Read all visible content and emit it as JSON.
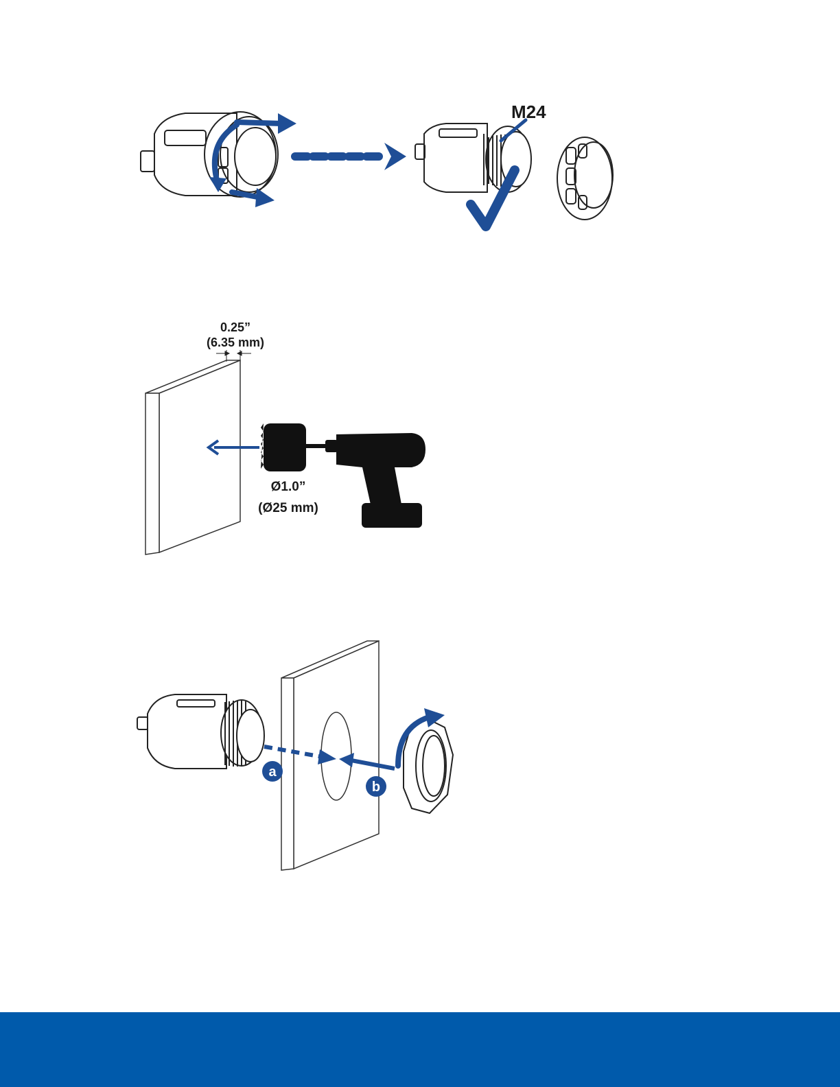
{
  "figures": {
    "remove_cap": {
      "thread_label": "M24"
    },
    "drill_hole": {
      "thickness_label_in": "0.25”",
      "thickness_label_mm": "(6.35 mm)",
      "diameter_label_in": "Ø1.0”",
      "diameter_label_mm": "(Ø25 mm)"
    },
    "mount": {
      "step_a": "a",
      "step_b": "b"
    }
  },
  "colors": {
    "accent": "#1f4e96",
    "footer": "#005aab",
    "line": "#222222"
  }
}
